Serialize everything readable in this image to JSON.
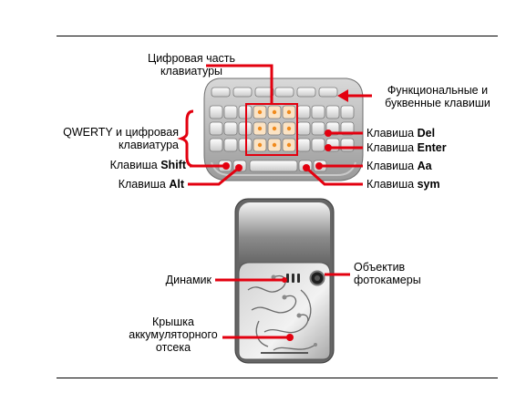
{
  "labels": {
    "digit_part": "Цифровая часть клавиатуры",
    "function_keys": "Функциональные и буквенные клавиши",
    "qwerty_digit": "QWERTY и цифровая клавиатура",
    "shift_prefix": "Клавиша ",
    "shift_key": "Shift",
    "alt_prefix": "Клавиша ",
    "alt_key": "Alt",
    "del_prefix": "Клавиша ",
    "del_key": "Del",
    "enter_prefix": "Клавиша ",
    "enter_key": "Enter",
    "aa_prefix": "Клавиша ",
    "aa_key": "Aa",
    "sym_prefix": "Клавиша ",
    "sym_key": "sym",
    "speaker": "Динамик",
    "camera_lens": "Объектив фотокамеры",
    "battery_cover": "Крышка аккумуляторного отсека"
  },
  "colors": {
    "callout": "#e3000f",
    "key_highlight": "#f08a1c"
  }
}
